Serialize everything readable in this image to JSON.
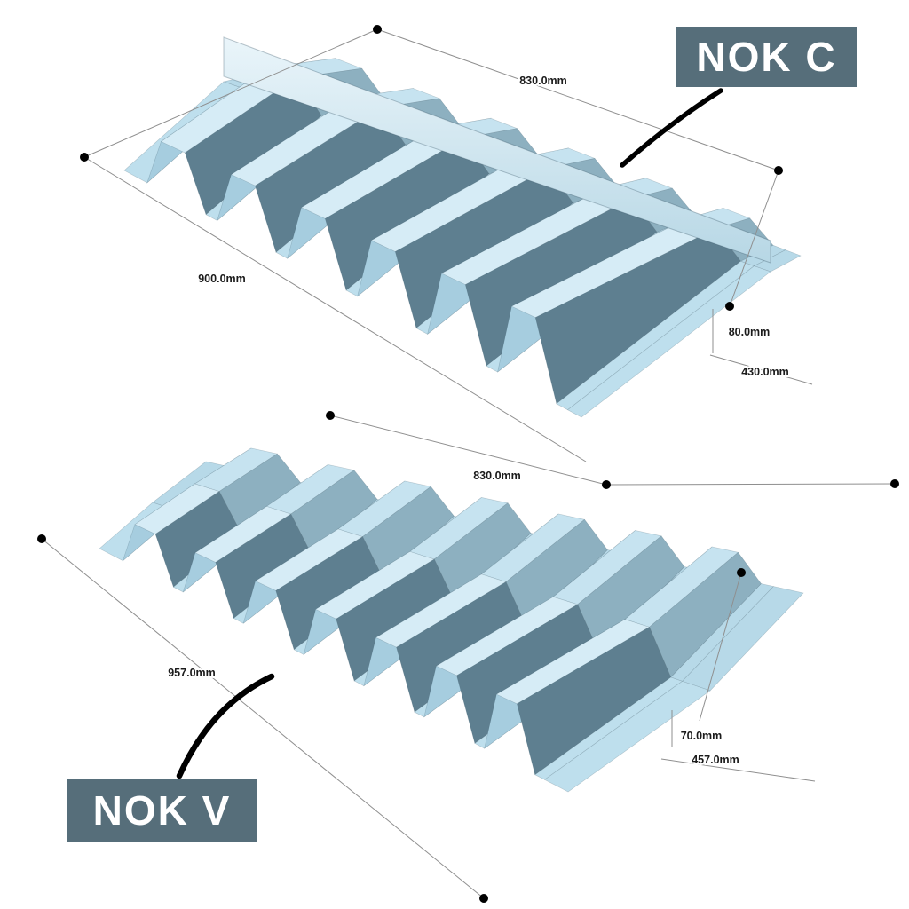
{
  "diagram": {
    "background": "#ffffff",
    "pieces": [
      {
        "id": "nok-c",
        "label": "NOK C",
        "dims": {
          "length": "830.0mm",
          "width": "900.0mm",
          "height": "80.0mm",
          "end_width": "430.0mm"
        }
      },
      {
        "id": "nok-v",
        "label": "NOK V",
        "dims": {
          "length": "830.0mm",
          "width": "957.0mm",
          "height": "70.0mm",
          "end_width": "457.0mm"
        }
      }
    ],
    "colors": {
      "near_valley": "#bedfed",
      "near_rise": "#a6cddf",
      "near_crest": "#d6ecf6",
      "near_fall": "#5e7f90",
      "far_valley": "#b7d9e8",
      "far_rise": "#cfe9f3",
      "far_crest": "#c6e3f0",
      "far_fall": "#8db0c0",
      "ridge_band_top": "#eaf5fa",
      "ridge_band_bottom": "#b7d7e5",
      "tag_bg": "#566e7a",
      "tag_text": "#ffffff",
      "dim_line": "#8f8f8f",
      "dim_text": "#1b1b1b",
      "dot": "#000000",
      "leader": "#000000"
    }
  }
}
